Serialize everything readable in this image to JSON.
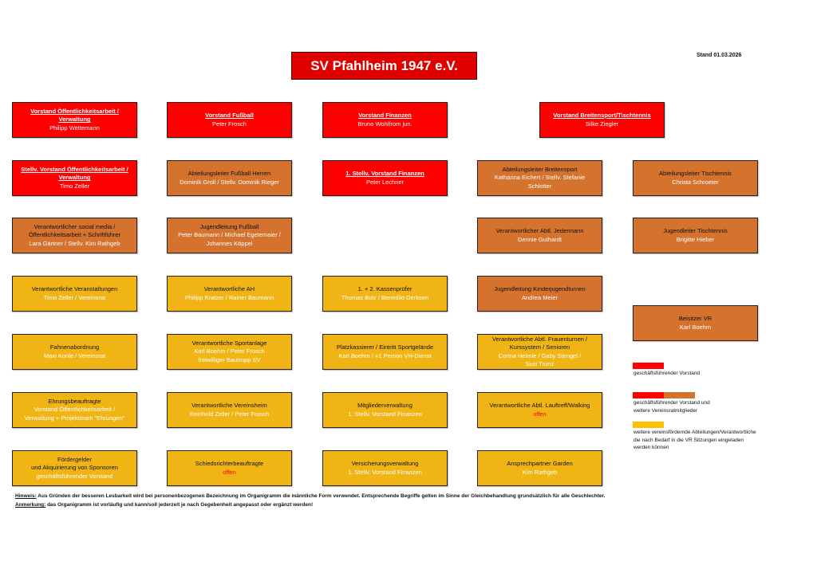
{
  "header": {
    "title": "SV Pfahlheim 1947 e.V.",
    "stand": "Stand 01.03.2026"
  },
  "colors": {
    "red": "#ff0000",
    "orange": "#d4722e",
    "yellow": "#f0b414"
  },
  "boxes": [
    {
      "kind": "red",
      "title": "Vorstand Öffentlichkeitsarbeit /\nVerwaltung",
      "name": "Philipp Wettemann"
    },
    {
      "kind": "red",
      "title": "Vorstand Fußball",
      "name": "Peter Frosch"
    },
    {
      "kind": "red",
      "title": "Vorstand Finanzen",
      "name": "Bruno Wohlfrom jun."
    },
    {
      "kind": "red",
      "title": "Vorstand Breitensport/Tischtennis",
      "name": "Silke Ziegler"
    },
    {
      "kind": "red",
      "title": "Stellv. Vorstand Öffentlichkeitsarbeit /\nVerwaltung",
      "name": "Timo Zeller"
    },
    {
      "kind": "orange",
      "title": "Abteilungsleiter Fußball Herren",
      "name": "Dominik Groll / Stellv. Dominik Rieger"
    },
    {
      "kind": "red",
      "title": "1. Stellv. Vorstand Finanzen",
      "name": "Peter Lechner"
    },
    {
      "kind": "orange",
      "title": "Abteilungsleiter Breitensport",
      "name": "Katharina Eichert / Stellv. Stefanie\nSchlotter"
    },
    {
      "kind": "orange",
      "title": "Abteilungsleiter Tischtennis",
      "name": "Christa Schroeter"
    },
    {
      "kind": "orange",
      "title": "Verantwortlicher social media /\nÖffentlichkeitsarbeit + Schriftführer",
      "name": "Lara Gärtner / Stellv. Kim Rathgeb"
    },
    {
      "kind": "orange",
      "title": "Jugendleitung Fußball",
      "name": "Peter Baumann / Michael Egetemaier /\nJohannes Köppel"
    },
    {
      "kind": "orange",
      "title": "Verantwortlicher Abtl. Jedermann",
      "name": "Dennie Guthardt"
    },
    {
      "kind": "orange",
      "title": "Jugendleiter Tischtennis",
      "name": "Brigitte Hieber"
    },
    {
      "kind": "yellow",
      "title": "Verantwortliche Veranstaltungen",
      "name": "Timo Zeller / Vereinsrat"
    },
    {
      "kind": "yellow",
      "title": "Verantwortliche AH",
      "name": "Philipp Kratzer / Rainer Baumann"
    },
    {
      "kind": "yellow",
      "title": "1. + 2. Kassenprüfer",
      "name": "Thomas Bolz / Benedikt Derksen"
    },
    {
      "kind": "orange",
      "title": "Jugendleitung Kinderjugendturnen",
      "name": "Andrea Meier"
    },
    {
      "kind": "orange",
      "title": "Beisitzer VR",
      "name": "Karl Boehm"
    },
    {
      "kind": "yellow",
      "title": "Fahnenabordnung",
      "name": "Maxi Konle / Vereinsrat"
    },
    {
      "kind": "yellow",
      "title": "Verantwortliche Sportanlage",
      "name": "Karl Boehm / Peter Frosch\nfreiwilliger Bautrupp SV"
    },
    {
      "kind": "yellow",
      "title": "Platzkassierer / Eintritt Sportgelände",
      "name": "Karl Boehm / +1 Person VH-Dienst"
    },
    {
      "kind": "yellow",
      "title": "Verantwortliche Abtl. Frauenturnen /\nKurssystem / Senioren",
      "name": "Corina Helmle / Gaby Stengel /\nSusi Trunz"
    },
    {
      "kind": "yellow",
      "title": "Ehrungsbeauftragte",
      "name": "Vorstand Öffentlichkeitsarbeit /\nVerwaltung + Projektteam \"Ehrungen\""
    },
    {
      "kind": "yellow",
      "title": "Verantwortliche Vereinsheim",
      "name": "Reinhold Zeller / Peter Frosch"
    },
    {
      "kind": "yellow",
      "title": "Mitgliederverwaltung",
      "name": "1. Stellv. Vorstand Finanzen"
    },
    {
      "kind": "yellow",
      "title": "Verantwortliche Abtl. Lauftreff/Walking",
      "name": "offen",
      "offen": true
    },
    {
      "kind": "yellow",
      "title": "Fördergelder\nund Akquirierung von Sponsoren",
      "name": "geschäftsführender Vorstand"
    },
    {
      "kind": "yellow",
      "title": "Schiedsrichterbeauftragte",
      "name": "offen",
      "offen": true
    },
    {
      "kind": "yellow",
      "title": "Versicherungsverwaltung",
      "name": "1. Stellv. Vorstand Finanzen"
    },
    {
      "kind": "yellow",
      "title": "Ansprechpartner Garden",
      "name": "Kim Rathgeb"
    }
  ],
  "legend": [
    {
      "label": "geschäftsführender Vorstand"
    },
    {
      "label": "geschäftsführender Vorstand und\nweitere Vereinsratmitglieder"
    },
    {
      "label": "weitere vereinsfördernde Abteilungen/Verantwortliche\ndie nach Bedarf in die VR Sitzungen eingeladen\nwerden können"
    }
  ],
  "footer": {
    "hinweis_label": "Hinweis:",
    "hinweis_text": " Aus Gründen der besseren Lesbarkeit wird bei personenbezogenen Bezeichnung im Organigramm die männliche Form verwendet. Entsprechende Begriffe gelten im Sinne der Gleichbehandlung grundsätzlich für alle Geschlechter.",
    "anmerkung_label": "Anmerkung:",
    "anmerkung_text": " das Organigramm ist vorläufig und kann/soll jederzeit je nach Gegebenheit angepasst oder ergänzt werden!"
  }
}
